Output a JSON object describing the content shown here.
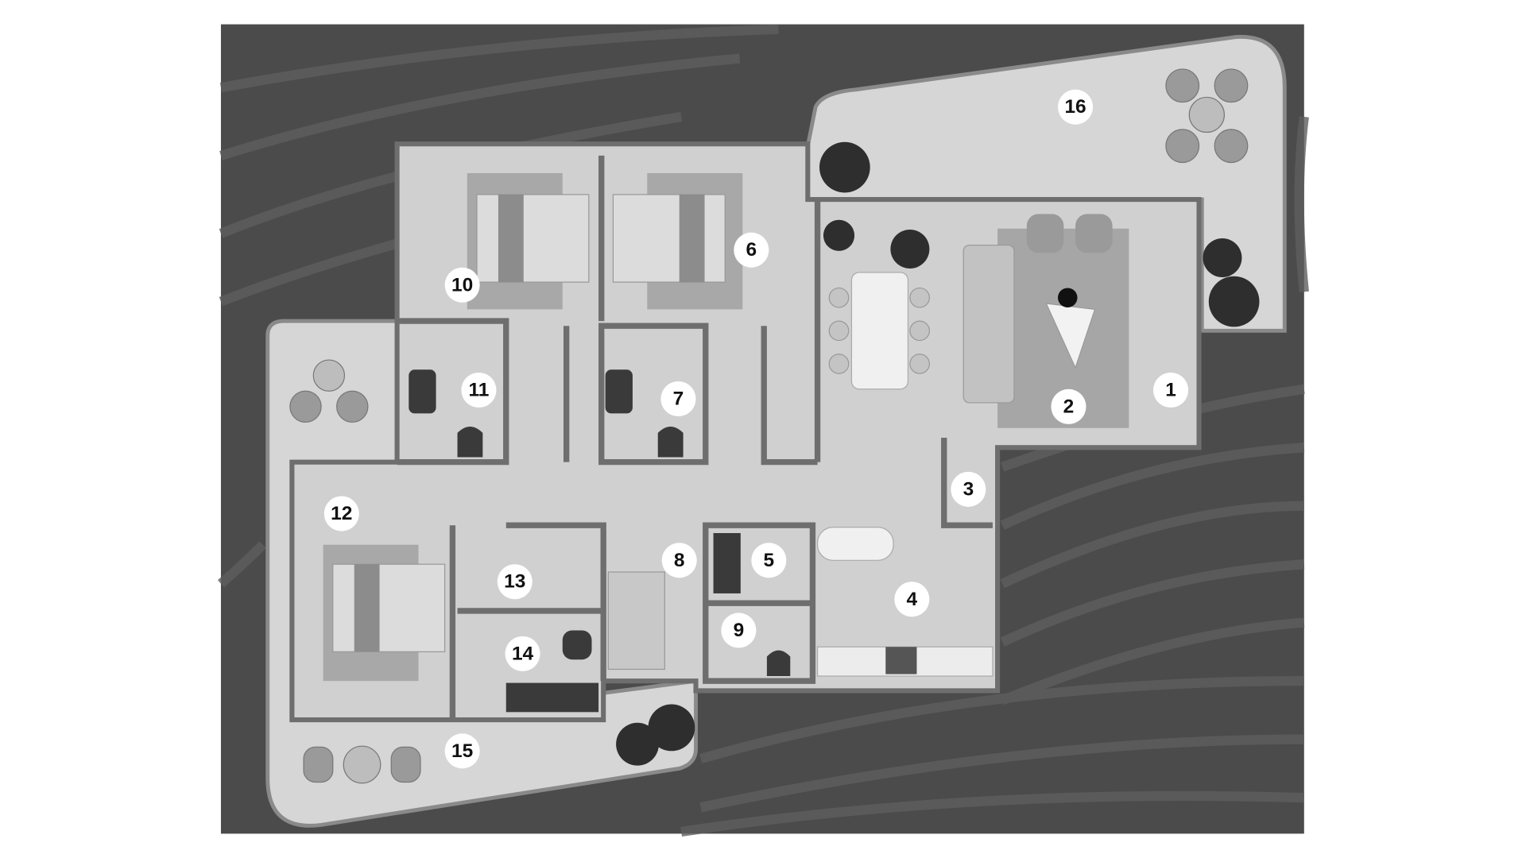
{
  "plan": {
    "room_labels": [
      "1",
      "2",
      "3",
      "4",
      "5",
      "6",
      "7",
      "8",
      "9",
      "10",
      "11",
      "12",
      "13",
      "14",
      "15",
      "16"
    ]
  },
  "colors": {
    "background": "#4a4a4a",
    "terrace": "#d4d4d4",
    "floor": "#cfcfcf",
    "wall": "#6e6e6e"
  }
}
